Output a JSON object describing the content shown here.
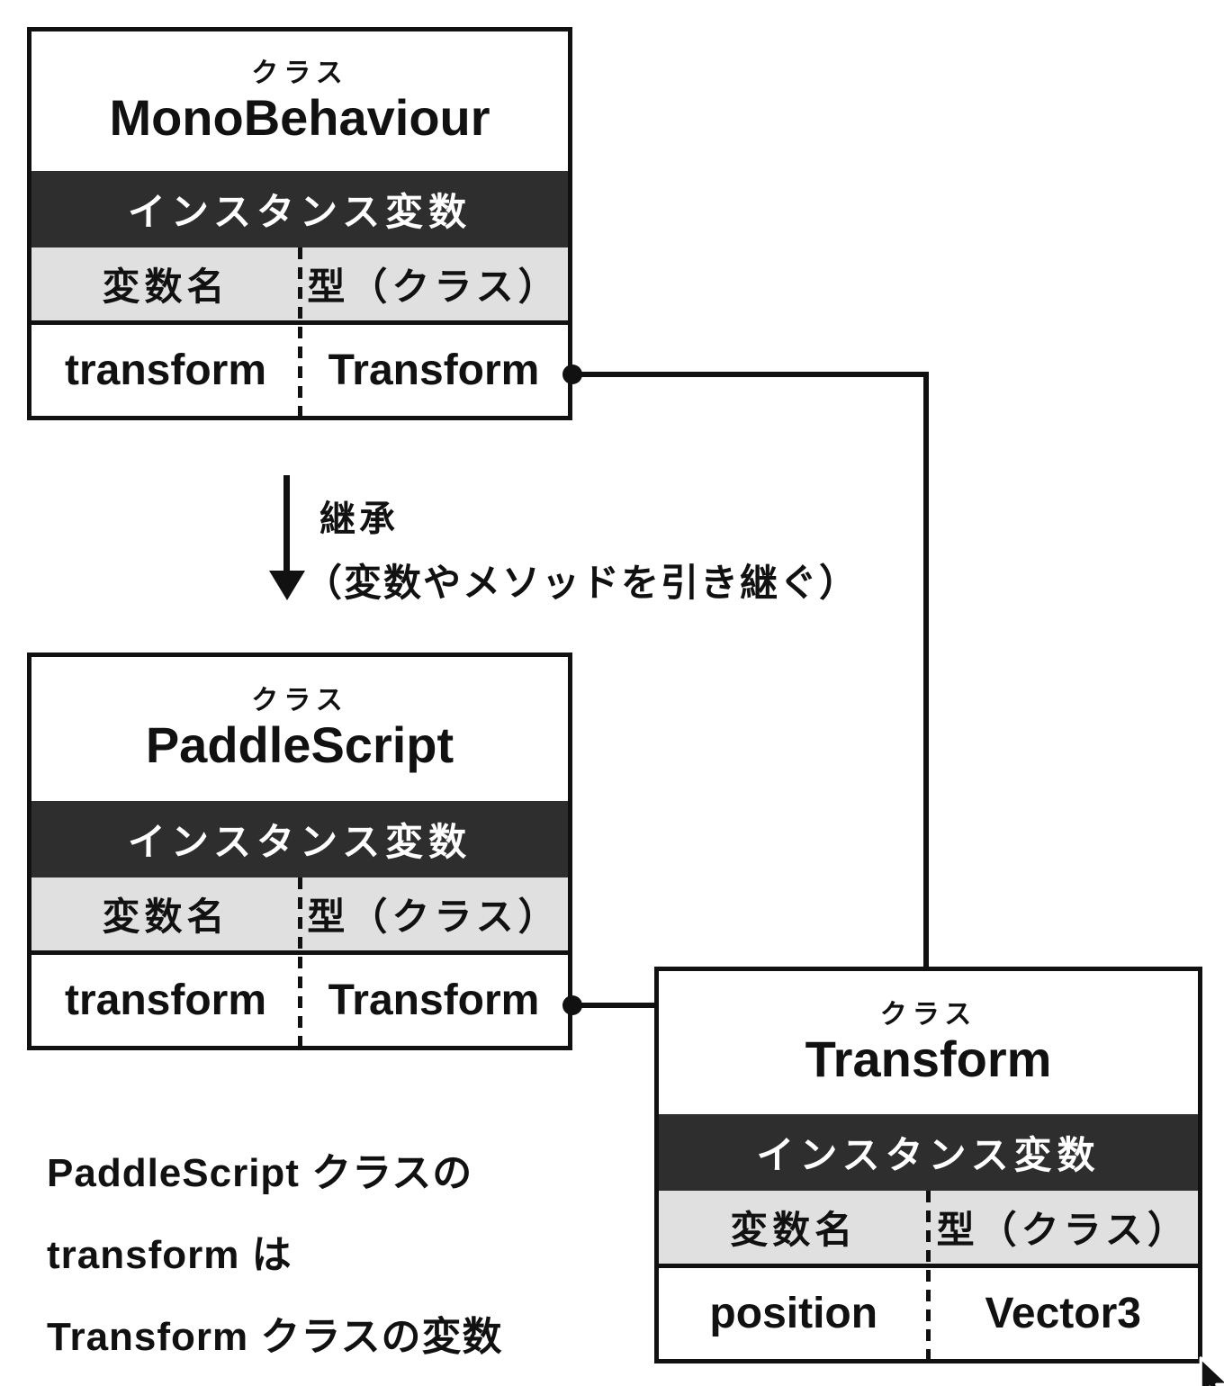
{
  "shared": {
    "class_kicker": "クラス",
    "instance_vars_header": "インスタンス変数",
    "col_variable_name": "変数名",
    "col_type": "型（クラス）"
  },
  "classes": {
    "monobehaviour": {
      "name": "MonoBehaviour",
      "variable": "transform",
      "type": "Transform"
    },
    "paddlescript": {
      "name": "PaddleScript",
      "variable": "transform",
      "type": "Transform"
    },
    "transform": {
      "name": "Transform",
      "variable": "position",
      "type": "Vector3"
    }
  },
  "inheritance": {
    "label": "継承",
    "description": "（変数やメソッドを引き継ぐ）"
  },
  "note": {
    "lines": [
      "PaddleScript クラスの",
      "transform は",
      "Transform クラスの変数"
    ]
  },
  "colors": {
    "line": "#111111",
    "band_bg": "#2e2e2e",
    "band_text": "#ffffff",
    "header_row_bg": "#e0e0e0",
    "background": "#ffffff"
  }
}
